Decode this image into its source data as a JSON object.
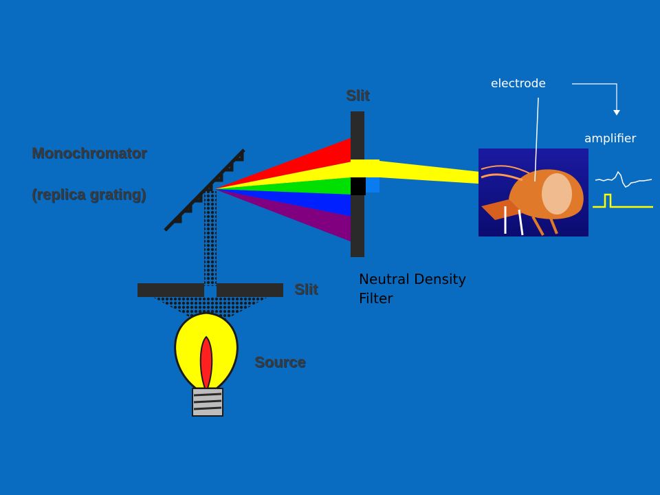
{
  "labels": {
    "slit_top": "Slit",
    "monochromator": "Monochromator",
    "replica_grating": "(replica grating)",
    "slit_bottom": "Slit",
    "source": "Source",
    "nd_filter_line1": "Neutral Density",
    "nd_filter_line2": "Filter",
    "electrode": "electrode",
    "amplifier": "amplifier"
  },
  "colors": {
    "background": "#0a6cc0",
    "slit": "#2a2a2a",
    "beam": "#ffff00",
    "spectrum": [
      "#ff0000",
      "#ffff00",
      "#00e000",
      "#0020ff",
      "#800080"
    ],
    "bulb": "#ffff00",
    "flame": "#ff2020"
  },
  "icons": {
    "specimen": "crayfish-photo",
    "bulb": "light-bulb-icon"
  }
}
